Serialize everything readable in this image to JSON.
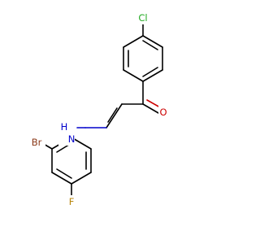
{
  "molecule": {
    "atoms": {
      "cl": {
        "symbol": "Cl",
        "color": "#22aa22"
      },
      "o": {
        "symbol": "O",
        "color": "#cc0000"
      },
      "n": {
        "symbol": "N",
        "color": "#0000cc"
      },
      "h": {
        "symbol": "H",
        "color": "#0000cc"
      },
      "br": {
        "symbol": "Br",
        "color": "#8b3a1a"
      },
      "f": {
        "symbol": "F",
        "color": "#b8860b"
      }
    }
  }
}
